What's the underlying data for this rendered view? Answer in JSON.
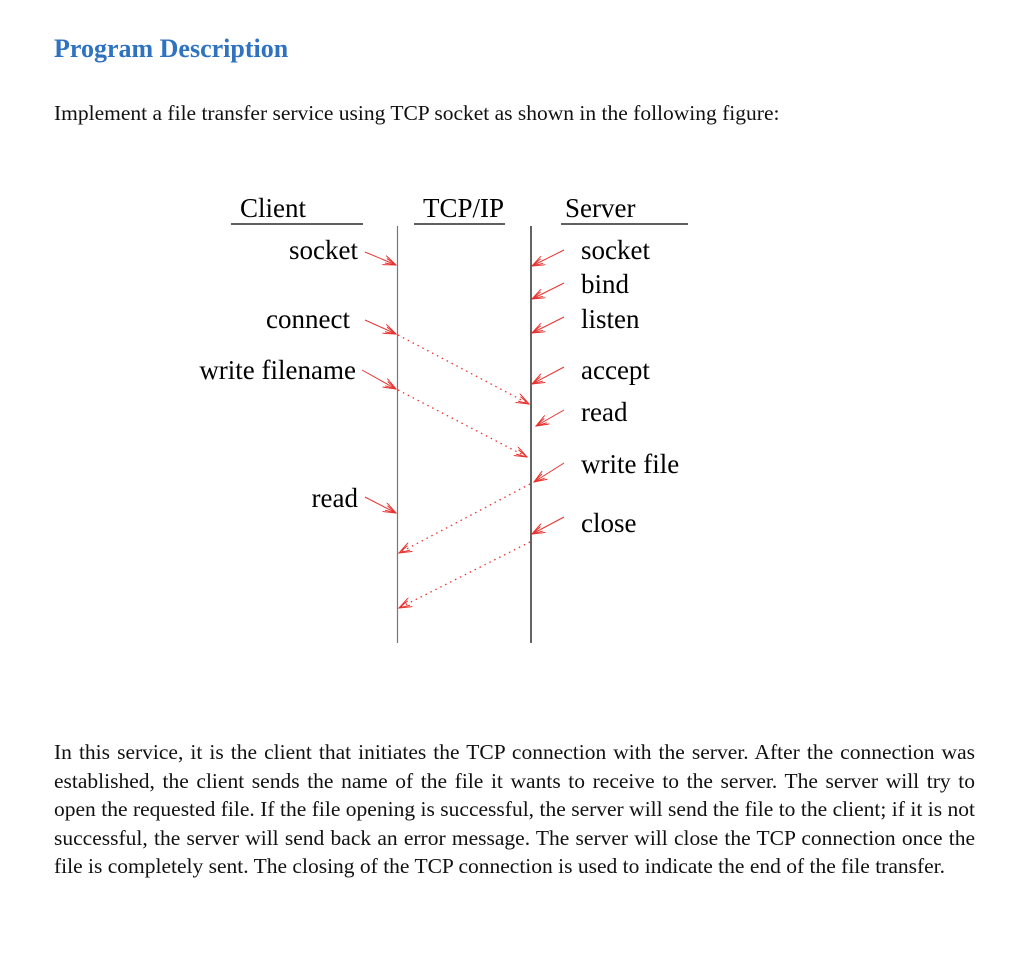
{
  "heading": "Program Description",
  "intro": "Implement a file transfer service using TCP socket as shown in the following figure:",
  "figure": {
    "columns": {
      "client": "Client",
      "tcpip": "TCP/IP",
      "server": "Server"
    },
    "client_steps": [
      "socket",
      "connect",
      "write filename",
      "read"
    ],
    "server_steps": [
      "socket",
      "bind",
      "listen",
      "accept",
      "read",
      "write file",
      "close"
    ],
    "arrow_color": "#e8322f"
  },
  "paragraph": "In this service, it is the client that initiates the TCP connection with the server. After the connection was established, the client sends the name of the file it wants to receive to the server. The server will try to open the requested file. If the file opening is successful, the server will send the file to the client; if it is not successful, the server will send back an error message. The server will close the TCP connection once the file is completely sent. The closing of the TCP connection is used to indicate the end of the file transfer."
}
